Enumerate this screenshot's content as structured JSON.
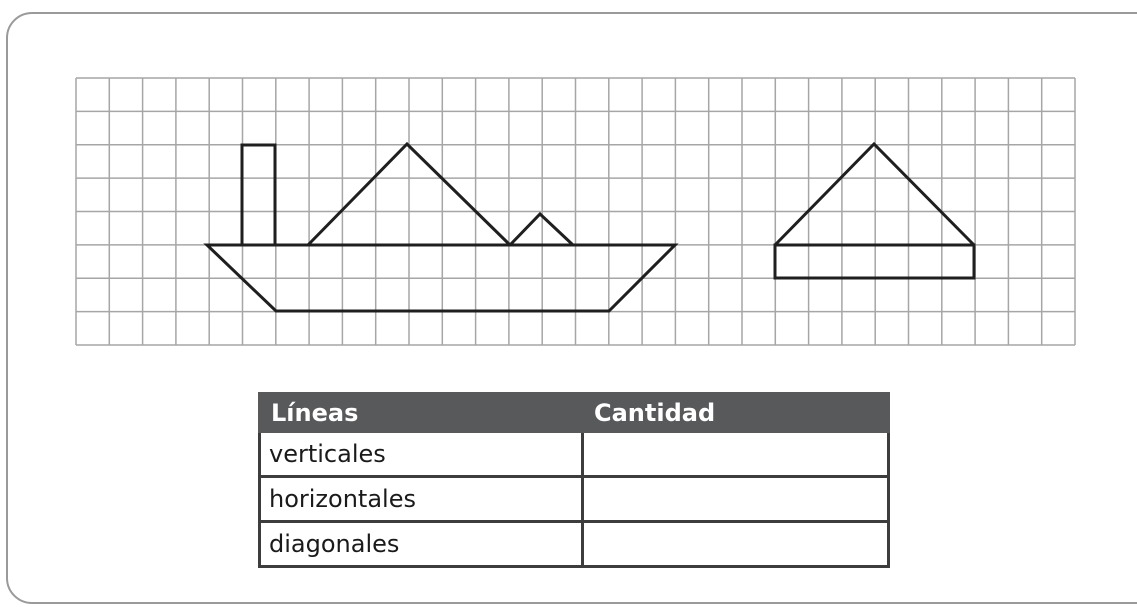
{
  "table": {
    "headers": [
      "Líneas",
      "Cantidad"
    ],
    "rows": [
      {
        "label": "verticales",
        "value": ""
      },
      {
        "label": "horizontales",
        "value": ""
      },
      {
        "label": "diagonales",
        "value": ""
      }
    ]
  }
}
